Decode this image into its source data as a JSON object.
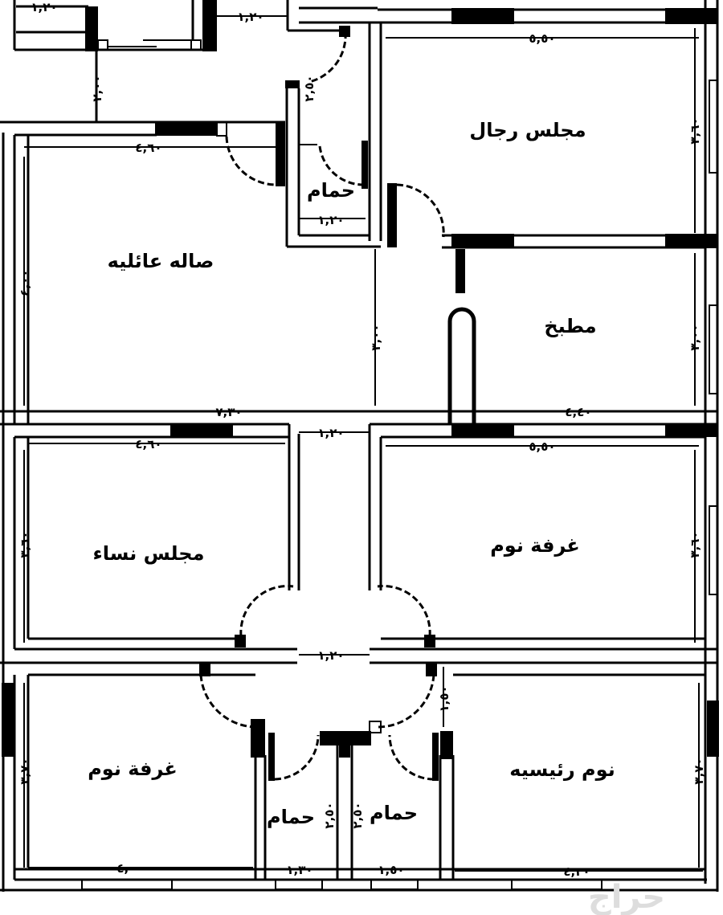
{
  "rooms": {
    "mens_majlis": "مجلس رجال",
    "top_bath": "حمام",
    "family_hall": "صاله عائليه",
    "kitchen": "مطبخ",
    "womens_majlis": "مجلس نساء",
    "bedroom_right": "غرفة نوم",
    "bedroom_left": "غرفة نوم",
    "master_bedroom": "نوم رئيسيه",
    "bath_left": "حمام",
    "bath_right": "حمام"
  },
  "dimensions": {
    "top_left": "١,٢٠",
    "top_corridor": "١,٢٠",
    "top_left_vertical": "٢,٠٠",
    "hall_width": "٤,٦٠",
    "top_bath_width": "١,٢٠",
    "top_bath_height": "٢,٥٠",
    "mens_majlis_width": "٥,٥٠",
    "mens_majlis_height": "٣,٦٠",
    "hall_height": "٤,٠٠",
    "corridor_height": "٣,٠٠",
    "kitchen_height": "٣,٠٠",
    "hall_bottom_width": "٧,٣٠",
    "kitchen_width": "٤,٤٠",
    "mid_corridor": "١,٢٠",
    "womens_majlis_width": "٤,٦٠",
    "bedroom_right_width": "٥,٥٠",
    "womens_majlis_height": "٣,٦٠",
    "bedroom_right_height": "٣,٦٠",
    "lower_corridor": "١,٢٠",
    "master_entry": "١,٥٠",
    "bedroom_left_height": "٣,٧٠",
    "master_height": "٣,٧٠",
    "bath_left_height": "٢,٥٠",
    "bath_right_height": "٢,٥٠",
    "bedroom_left_width": "٤,٠٠",
    "bath_left_width": "١,٣٠",
    "bath_right_width": "١,٥٠",
    "master_width": "٤,٣٠"
  },
  "watermark": "حراج"
}
